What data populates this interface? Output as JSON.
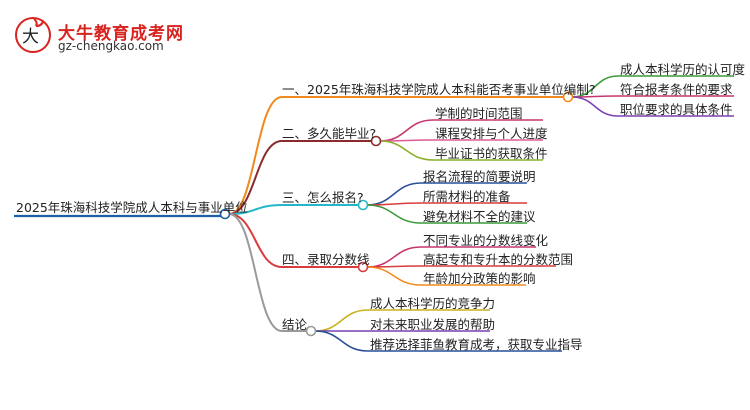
{
  "logo": {
    "title": "大牛教育成考网",
    "url": "gz-chengkao.com"
  },
  "root": {
    "label": "2025年珠海科技学院成人本科与事业单位",
    "color": "#1f5fa8"
  },
  "branches": [
    {
      "label": "一、2025年珠海科技学院成人本科能否考事业单位编制?",
      "color": "#f08a1c",
      "children": [
        "成人本科学历的认可度",
        "符合报考条件的要求",
        "职位要求的具体条件"
      ],
      "child_colors": [
        "#3a9a3a",
        "#c9356e",
        "#7a3fb5"
      ]
    },
    {
      "label": "二、多久能毕业?",
      "color": "#8b2a2a",
      "children": [
        "学制的时间范围",
        "课程安排与个人进度",
        "毕业证书的获取条件"
      ],
      "child_colors": [
        "#c9356e",
        "#e05a9a",
        "#8bb02a"
      ]
    },
    {
      "label": "三、怎么报名?",
      "color": "#22b8c8",
      "children": [
        "报名流程的简要说明",
        "所需材料的准备",
        "避免材料不全的建议"
      ],
      "child_colors": [
        "#2a4f9a",
        "#d93c3c",
        "#3a9a3a"
      ]
    },
    {
      "label": "四、录取分数线",
      "color": "#d93c3c",
      "children": [
        "不同专业的分数线变化",
        "高起专和专升本的分数范围",
        "年龄加分政策的影响"
      ],
      "child_colors": [
        "#c9356e",
        "#d93c3c",
        "#f08a1c"
      ]
    },
    {
      "label": "结论",
      "color": "#9a9a9a",
      "children": [
        "成人本科学历的竞争力",
        "对未来职业发展的帮助",
        "推荐选择菲鱼教育成考，获取专业指导"
      ],
      "child_colors": [
        "#c9b21c",
        "#7a3fb5",
        "#2a4f9a"
      ]
    }
  ]
}
